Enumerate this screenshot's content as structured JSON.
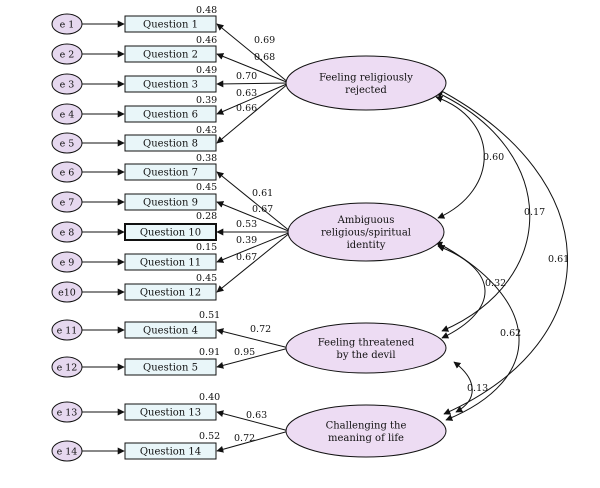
{
  "error_terms": [
    "e 1",
    "e 2",
    "e 3",
    "e 4",
    "e 5",
    "e 6",
    "e 7",
    "e 8",
    "e 9",
    "e10",
    "e 11",
    "e 12",
    "e 13",
    "e 14"
  ],
  "items": [
    "Question 1",
    "Question 2",
    "Question 3",
    "Question 6",
    "Question 8",
    "Question 7",
    "Question 9",
    "Question 10",
    "Question 11",
    "Question 12",
    "Question 4",
    "Question 5",
    "Question 13",
    "Question 14"
  ],
  "r_squared": [
    "0.48",
    "0.46",
    "0.49",
    "0.39",
    "0.43",
    "0.38",
    "0.45",
    "0.28",
    "0.15",
    "0.45",
    "0.51",
    "0.91",
    "0.40",
    "0.52"
  ],
  "factors": [
    {
      "lines": [
        "Feeling religiously",
        "rejected"
      ]
    },
    {
      "lines": [
        "Ambiguous",
        "religious/spiritual",
        "identity"
      ]
    },
    {
      "lines": [
        "Feeling threatened",
        "by the devil"
      ]
    },
    {
      "lines": [
        "Challenging the",
        "meaning of life"
      ]
    }
  ],
  "loadings": [
    "0.69",
    "0.68",
    "0.70",
    "0.63",
    "0.66",
    "0.61",
    "0.67",
    "0.53",
    "0.39",
    "0.67",
    "0.72",
    "0.95",
    "0.63",
    "0.72"
  ],
  "correlations": [
    "0.60",
    "0.17",
    "0.61",
    "0.32",
    "0.62",
    "0.13"
  ],
  "colors": {
    "error_fill": "#e6d8ef",
    "item_fill": "#e9f6f9",
    "factor_fill": "#eddcf3",
    "stroke": "#111111"
  }
}
